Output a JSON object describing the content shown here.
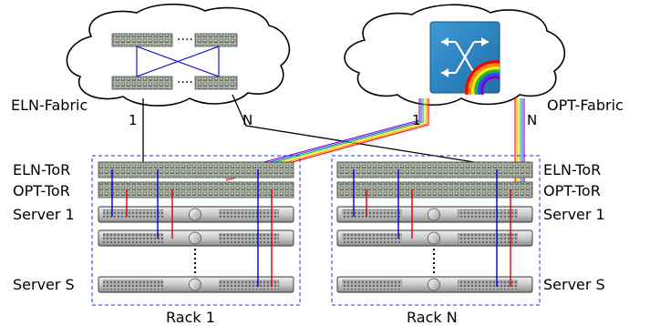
{
  "fabric_labels": {
    "eln": "ELN-Fabric",
    "opt": "OPT-Fabric"
  },
  "uplink_labels": {
    "eln_first": "1",
    "eln_last": "N",
    "opt_first": "1",
    "opt_last": "N"
  },
  "rack_left": {
    "name": "Rack 1",
    "labels": {
      "eln_tor": "ELN-ToR",
      "opt_tor": "OPT-ToR",
      "server_first": "Server 1",
      "server_last": "Server S"
    }
  },
  "rack_right": {
    "name": "Rack N",
    "labels": {
      "eln_tor": "ELN-ToR",
      "opt_tor": "OPT-ToR",
      "server_first": "Server 1",
      "server_last": "Server S"
    }
  },
  "colors": {
    "eln_link": "#0000cc",
    "opt_link": "#dd0000",
    "rack_border": "#2233cc",
    "switch_tile": "#2a8ac7",
    "optical_rainbow": [
      "#ff0000",
      "#ff8800",
      "#ffee00",
      "#22bb22",
      "#2255ff",
      "#8800cc"
    ]
  },
  "icons": {
    "eln_switch": "network-switch-icon",
    "optical_switch": "optical-crossbar-icon",
    "server": "rack-server-icon"
  }
}
